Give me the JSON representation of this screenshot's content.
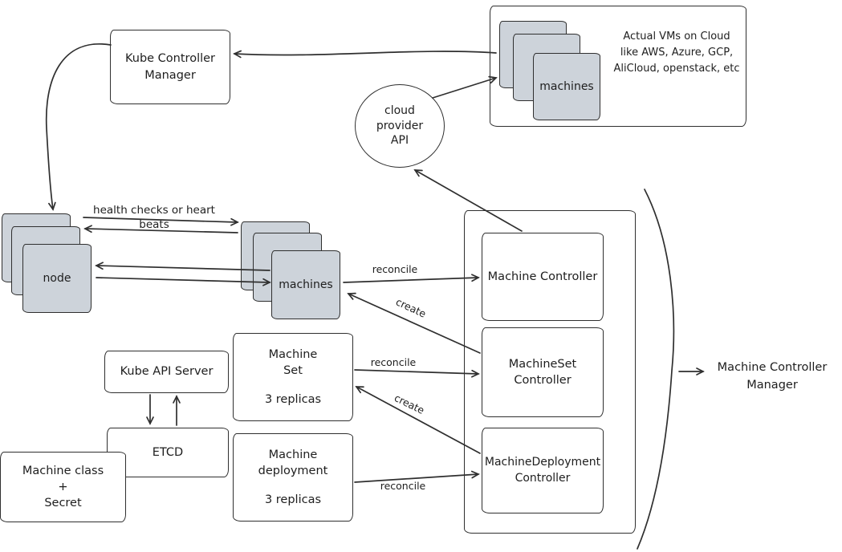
{
  "diagram": {
    "kube_controller_manager": "Kube Controller Manager",
    "cloud_box": {
      "machines": "machines",
      "note_lines": [
        "Actual VMs on Cloud",
        "like AWS, Azure, GCP,",
        "AliCloud, openstack, etc"
      ]
    },
    "cloud_provider_api": "cloud provider API",
    "node_stack": {
      "label": "node"
    },
    "machines_stack": {
      "label": "machines"
    },
    "health_label": "health checks or heart beats",
    "controller_group": {
      "machine_controller": "Machine Controller",
      "machineset_controller": "MachineSet Controller",
      "machinedeployment_controller": "MachineDeployment Controller"
    },
    "machine_controller_manager": "Machine Controller Manager",
    "kube_api_server": "Kube API Server",
    "etcd": "ETCD",
    "machine_class_secret_lines": [
      "Machine class",
      "+",
      "Secret"
    ],
    "machine_set": {
      "title_lines": [
        "Machine",
        "Set"
      ],
      "replicas": "3 replicas"
    },
    "machine_deployment": {
      "title_lines": [
        "Machine",
        "deployment"
      ],
      "replicas": "3 replicas"
    },
    "edge_labels": {
      "reconcile_machines": "reconcile",
      "create_machines": "create",
      "reconcile_machineset": "reconcile",
      "create_machineset": "create",
      "reconcile_machinedeployment": "reconcile"
    },
    "colors": {
      "stack_fill": "#cdd3da",
      "stroke": "#2f2f2f"
    }
  }
}
